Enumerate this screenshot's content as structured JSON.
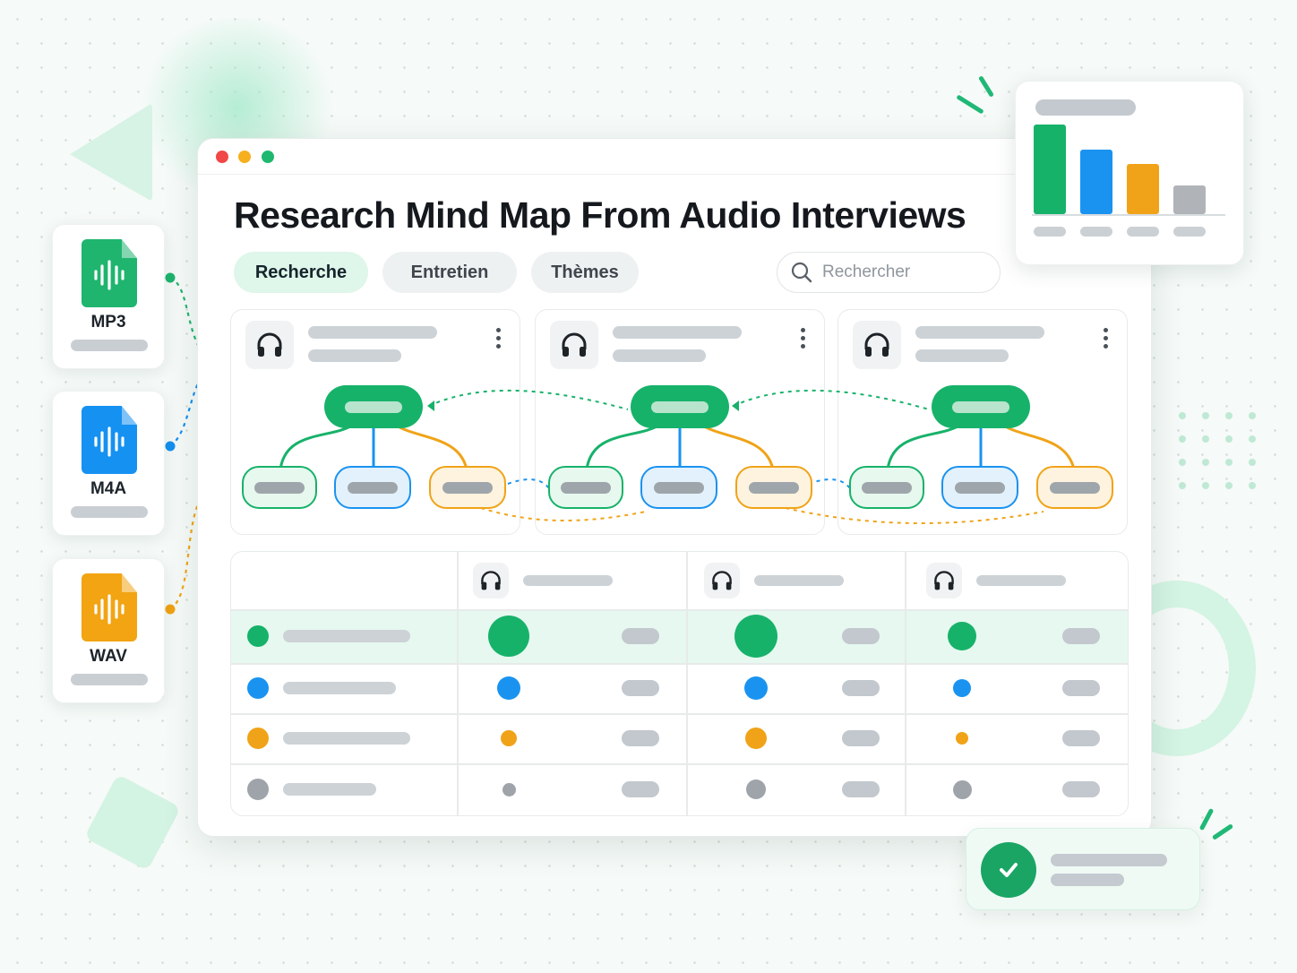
{
  "window": {
    "title": "Research Mind Map From Audio Interviews",
    "traffic_lights": {
      "close": "#f04848",
      "minimize": "#f6b01e",
      "maximize": "#1eb86e"
    }
  },
  "tabs": [
    {
      "label": "Recherche",
      "active": true
    },
    {
      "label": "Entretien",
      "active": false
    },
    {
      "label": "Thèmes",
      "active": false
    }
  ],
  "search": {
    "placeholder": "Rechercher",
    "icon": "search-icon"
  },
  "files": [
    {
      "label": "MP3",
      "color": "#1fb56f",
      "icon": "audio-file-icon"
    },
    {
      "label": "M4A",
      "color": "#1591f2",
      "icon": "audio-file-icon"
    },
    {
      "label": "WAV",
      "color": "#f2a413",
      "icon": "audio-file-icon"
    }
  ],
  "colors": {
    "green": "#17b26a",
    "blue": "#1a93f0",
    "orange": "#f0a318",
    "gray": "#9ea4a9",
    "placeholder": "#cdd2d6"
  },
  "mind_maps": {
    "count": 3,
    "icon": "headphones-icon",
    "menu_icon": "kebab-menu-icon"
  },
  "table": {
    "header_icon": "headphones-icon",
    "rows": [
      {
        "color": "#17b26a",
        "sizes": [
          46,
          48,
          32
        ]
      },
      {
        "color": "#1a93f0",
        "sizes": [
          26,
          26,
          20
        ]
      },
      {
        "color": "#f0a318",
        "sizes": [
          18,
          24,
          14
        ]
      },
      {
        "color": "#9ea4a9",
        "sizes": [
          15,
          22,
          21
        ]
      }
    ]
  },
  "chart_widget": {
    "type": "bar",
    "values": [
      100,
      72,
      56,
      32
    ],
    "colors": [
      "#17b26a",
      "#1a93f0",
      "#f0a318",
      "#b0b4b8"
    ]
  },
  "toast": {
    "icon": "check-icon",
    "color": "#1aa565"
  }
}
